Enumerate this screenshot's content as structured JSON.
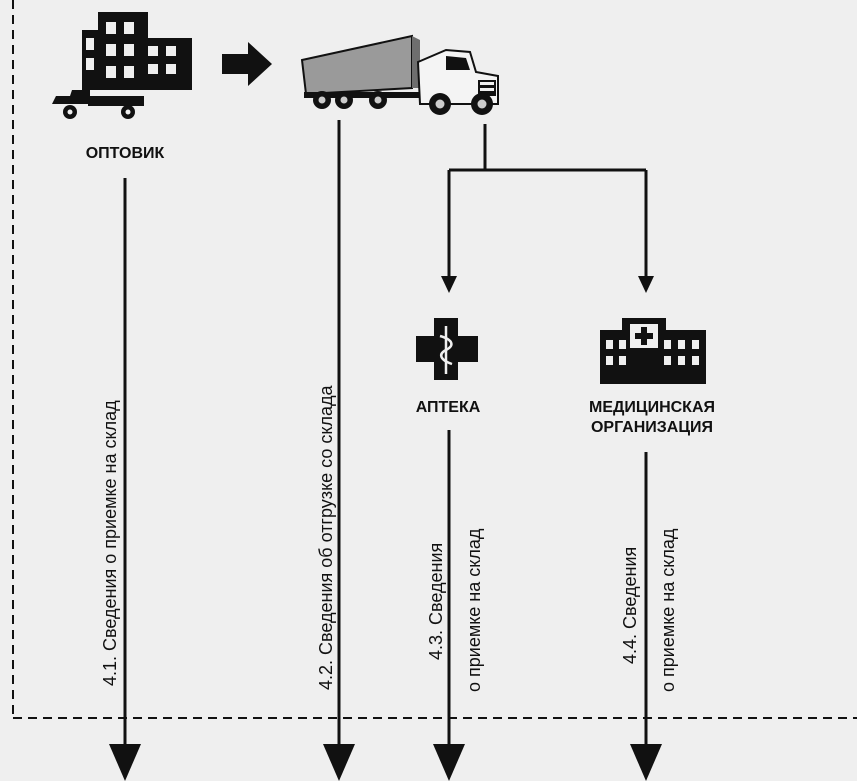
{
  "nodes": {
    "wholesaler": "ОПТОВИК",
    "pharmacy": "АПТЕКА",
    "medical_org_line1": "МЕДИЦИНСКАЯ",
    "medical_org_line2": "ОРГАНИЗАЦИЯ"
  },
  "flows": {
    "f41": "4.1. Сведения о приемке на склад",
    "f42": "4.2. Сведения об отгрузке со склада",
    "f43_line1": "4.3. Сведения",
    "f43_line2": "о приемке на склад",
    "f44_line1": "4.4. Сведения",
    "f44_line2": "о приемке на склад"
  },
  "icons": {
    "wholesaler": "warehouse-building-icon",
    "delivery_truck": "small-truck-icon",
    "transport": "semi-truck-icon",
    "pharmacy": "pharmacy-cross-icon",
    "hospital": "hospital-building-icon"
  }
}
